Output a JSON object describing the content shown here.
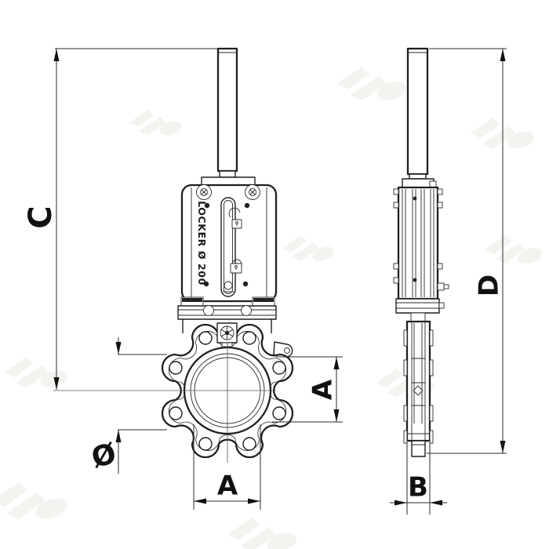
{
  "drawing": {
    "type": "technical-drawing",
    "subject": "knife gate valve dimensional drawing, front and side views",
    "colors": {
      "line": "#1f1f1f",
      "dimension_line": "#2b2b2b",
      "label": "#111111",
      "background": "#ffffff",
      "watermark": "#e9e9e4"
    },
    "dimensions": {
      "c_label": "C",
      "d_label": "D",
      "a_vertical_label": "A",
      "a_width_label": "A",
      "b_label": "B",
      "bolt_hole_diameter_label": "Ø"
    },
    "markings": {
      "bonnet_text": "LOCKER Ø 200"
    }
  }
}
